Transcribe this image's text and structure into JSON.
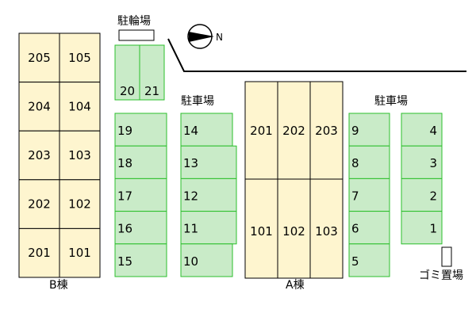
{
  "colors": {
    "room_fill": "#fef5cf",
    "slot_fill": "#c9ebc8",
    "slot_stroke": "#2bbf2b",
    "line": "#000000"
  },
  "labels": {
    "bicycle_parking": "駐輪場",
    "parking_left": "駐車場",
    "parking_right": "駐車場",
    "building_b": "B棟",
    "building_a": "A棟",
    "garbage": "ゴミ置場",
    "compass_letter": "N"
  },
  "building_b": {
    "rows": [
      [
        "205",
        "105"
      ],
      [
        "204",
        "104"
      ],
      [
        "203",
        "103"
      ],
      [
        "202",
        "102"
      ],
      [
        "201",
        "101"
      ]
    ]
  },
  "building_a": {
    "upper": [
      "201",
      "202",
      "203"
    ],
    "lower": [
      "101",
      "102",
      "103"
    ]
  },
  "bicycle_slots": [
    "20",
    "21"
  ],
  "parking": {
    "col1": [
      "19",
      "18",
      "17",
      "16",
      "15"
    ],
    "col2": [
      "14",
      "13",
      "12",
      "11",
      "10"
    ],
    "col3": [
      "9",
      "8",
      "7",
      "6",
      "5"
    ],
    "col4": [
      "4",
      "3",
      "2",
      "1"
    ]
  },
  "icons": {
    "compass": "north-compass-icon",
    "garbage_box": "garbage-box-icon"
  }
}
